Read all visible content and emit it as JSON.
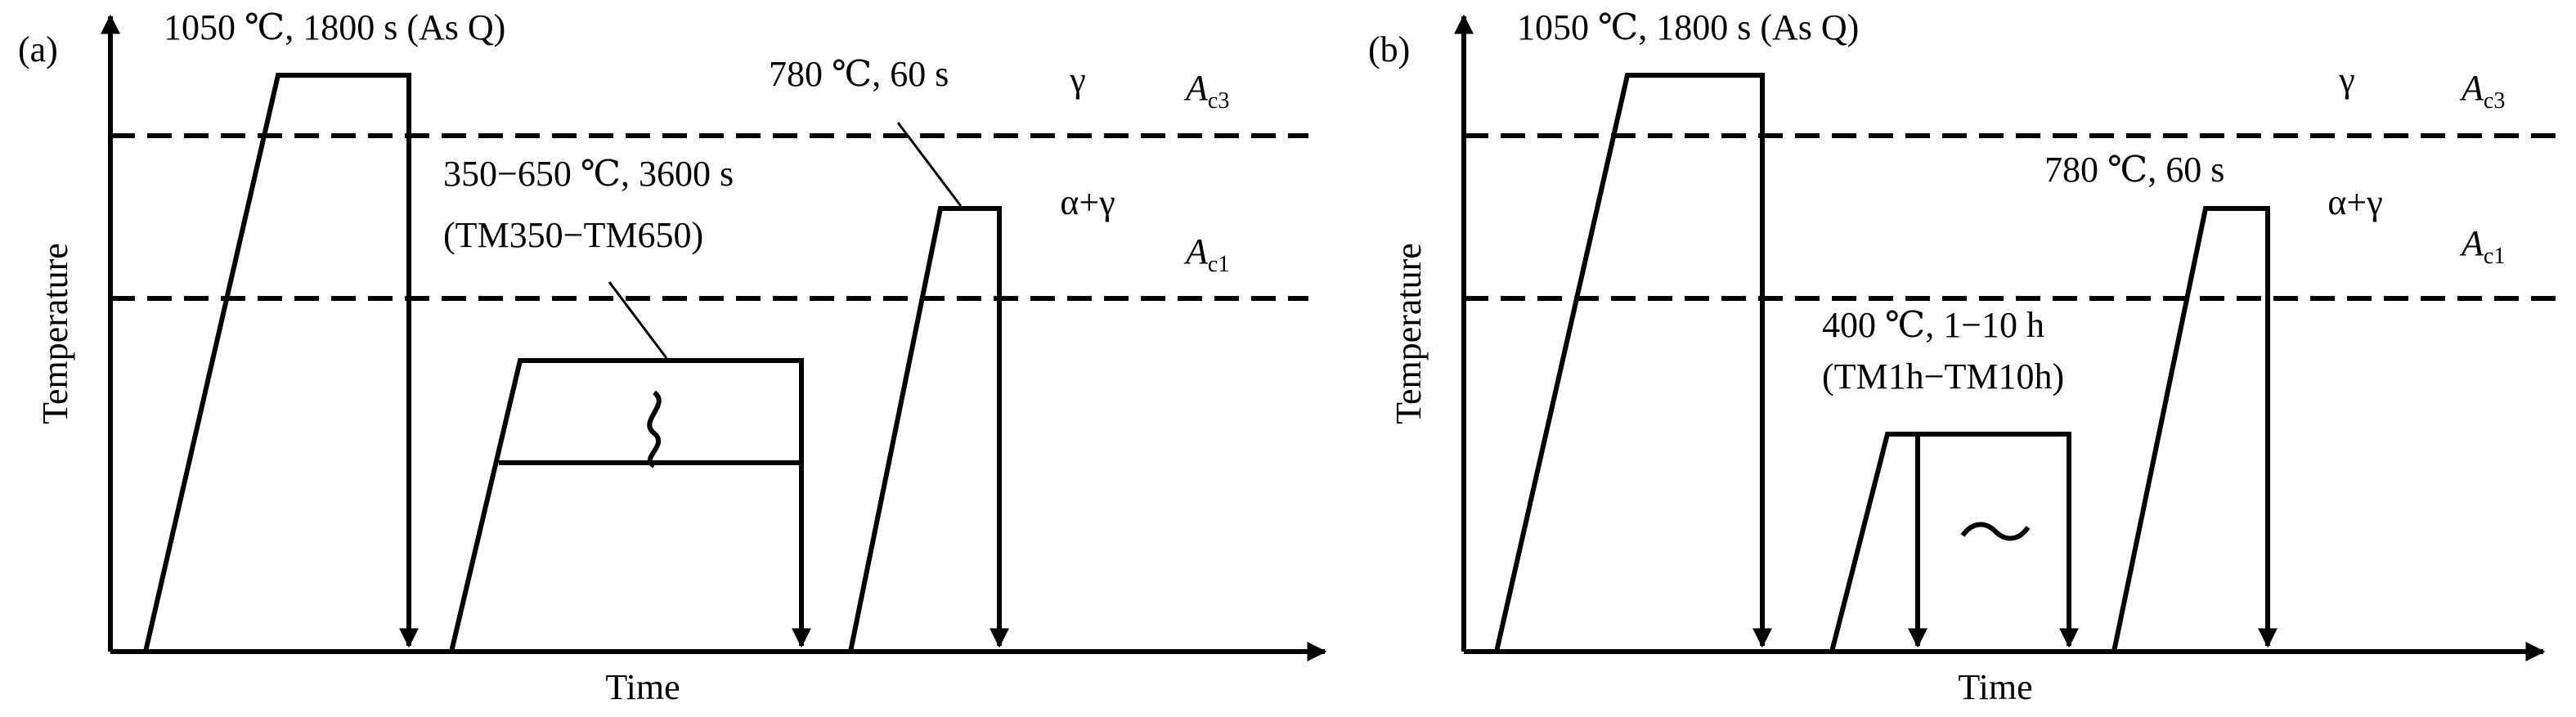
{
  "panel_a": {
    "tag": "(a)",
    "ylabel": "Temperature",
    "xlabel": "Time",
    "label_austenitize": "1050 ℃, 1800 s (As Q)",
    "label_inter_line1": "780 ℃, 60 s",
    "label_temper_line1": "350−650 ℃, 3600 s",
    "label_temper_line2": "(TM350−TM650)",
    "phase_gamma": "γ",
    "phase_alpha_gamma": "α+γ",
    "ac3_main": "A",
    "ac3_sub": "c3",
    "ac1_main": "A",
    "ac1_sub": "c1",
    "tilde": "~"
  },
  "panel_b": {
    "tag": "(b)",
    "ylabel": "Temperature",
    "xlabel": "Time",
    "label_austenitize": "1050 ℃, 1800 s (As Q)",
    "label_inter_line1": "780 ℃, 60 s",
    "label_temper_line1": "400 ℃, 1−10 h",
    "label_temper_line2": "(TM1h−TM10h)",
    "phase_gamma": "γ",
    "phase_alpha_gamma": "α+γ",
    "ac3_main": "A",
    "ac3_sub": "c3",
    "ac1_main": "A",
    "ac1_sub": "c1",
    "tilde": "~"
  }
}
